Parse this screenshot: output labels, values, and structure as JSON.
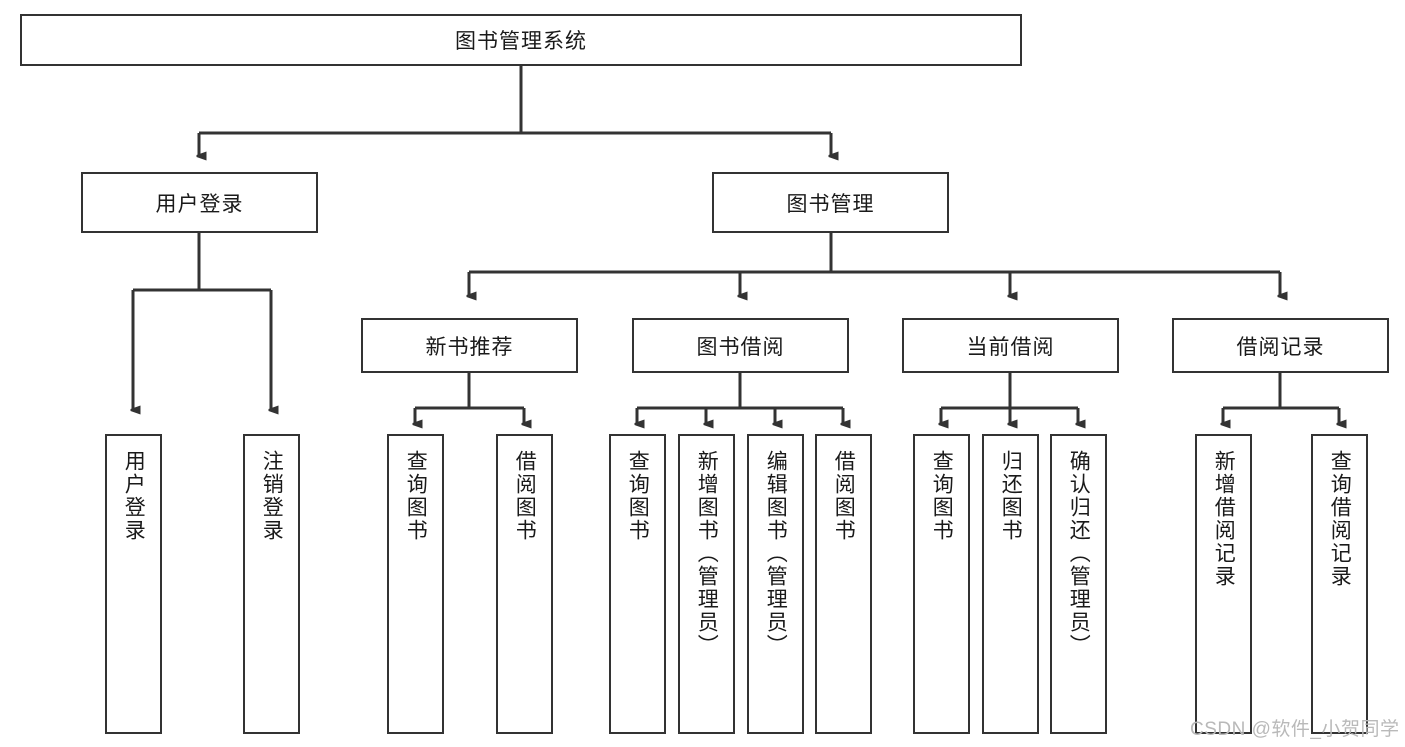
{
  "diagram": {
    "title": "图书管理系统",
    "type": "tree-hierarchy",
    "root": {
      "label": "图书管理系统"
    },
    "level1": [
      {
        "label": "用户登录"
      },
      {
        "label": "图书管理"
      }
    ],
    "level2": [
      {
        "label": "新书推荐"
      },
      {
        "label": "图书借阅"
      },
      {
        "label": "当前借阅"
      },
      {
        "label": "借阅记录"
      }
    ],
    "leaves": {
      "user_login": [
        {
          "label": "用户登录"
        },
        {
          "label": "注销登录"
        }
      ],
      "new_book_recommend": [
        {
          "label": "查询图书"
        },
        {
          "label": "借阅图书"
        }
      ],
      "book_borrow": [
        {
          "label": "查询图书"
        },
        {
          "label": "新增图书（管理员）"
        },
        {
          "label": "编辑图书（管理员）"
        },
        {
          "label": "借阅图书"
        }
      ],
      "current_borrow": [
        {
          "label": "查询图书"
        },
        {
          "label": "归还图书"
        },
        {
          "label": "确认归还（管理员）"
        }
      ],
      "borrow_record": [
        {
          "label": "新增借阅记录"
        },
        {
          "label": "查询借阅记录"
        }
      ]
    }
  },
  "watermark": {
    "text": "CSDN @软件_小贺同学"
  },
  "colors": {
    "border": "#333333",
    "background": "#ffffff",
    "text": "#1a1a1a",
    "watermark": "#b9b9b9"
  }
}
